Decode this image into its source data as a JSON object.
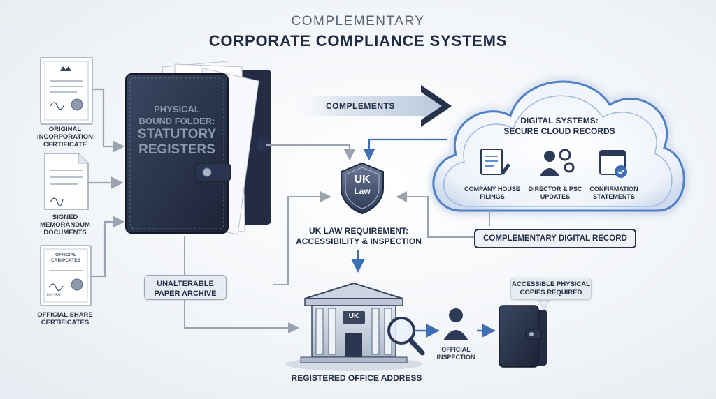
{
  "title": {
    "line1": "COMPLEMENTARY",
    "line2": "CORPORATE COMPLIANCE SYSTEMS"
  },
  "left_docs": [
    {
      "line1": "ORIGINAL",
      "line2": "INCORPORATION",
      "line3": "CERTIFICATE"
    },
    {
      "line1": "SIGNED",
      "line2": "MEMORANDUM",
      "line3": "DOCUMENTS"
    },
    {
      "line1": "OFFICIAL SHARE",
      "line2": "CERTIFICATES"
    }
  ],
  "doc_card_text": {
    "share_title1": "OFFICIAL",
    "share_title2": "CRRIPCATES",
    "share_number": "102369"
  },
  "folder": {
    "line1": "PHYSICAL",
    "line2": "BOUND FOLDER:",
    "line3": "STATUTORY",
    "line4": "REGISTERS"
  },
  "complements_label": "COMPLEMENTS",
  "cloud": {
    "title1": "DIGITAL SYSTEMS:",
    "title2": "SECURE CLOUD RECORDS",
    "items": [
      {
        "line1": "COMPANY HOUSE",
        "line2": "FILINGS",
        "icon": "document-icon"
      },
      {
        "line1": "DIRECTOR & PSC",
        "line2": "UPDATES",
        "icon": "person-gears-icon"
      },
      {
        "line1": "CONFIRMATION",
        "line2": "STATEMENTS",
        "icon": "calendar-check-icon"
      }
    ]
  },
  "shield": {
    "line1": "UK",
    "line2": "Law"
  },
  "law_requirement": {
    "line1": "UK LAW REQUIREMENT:",
    "line2": "ACCESSIBILITY & INSPECTION"
  },
  "digital_record_label": "COMPLEMENTARY DIGITAL RECORD",
  "paper_archive": {
    "line1": "UNALTERABLE",
    "line2": "PAPER ARCHIVE"
  },
  "building_sign": "UK",
  "office_label": "REGISTERED OFFICE ADDRESS",
  "inspection": {
    "line1": "OFFICIAL",
    "line2": "INSPECTION"
  },
  "accessible": {
    "line1": "ACCESSIBLE PHYSICAL",
    "line2": "COPIES REQUIRED"
  },
  "colors": {
    "navy": "#26324a",
    "blue_glow": "#5b8fd6",
    "accent_blue": "#3e6fb3",
    "grey_arrow": "#9aa3af"
  }
}
